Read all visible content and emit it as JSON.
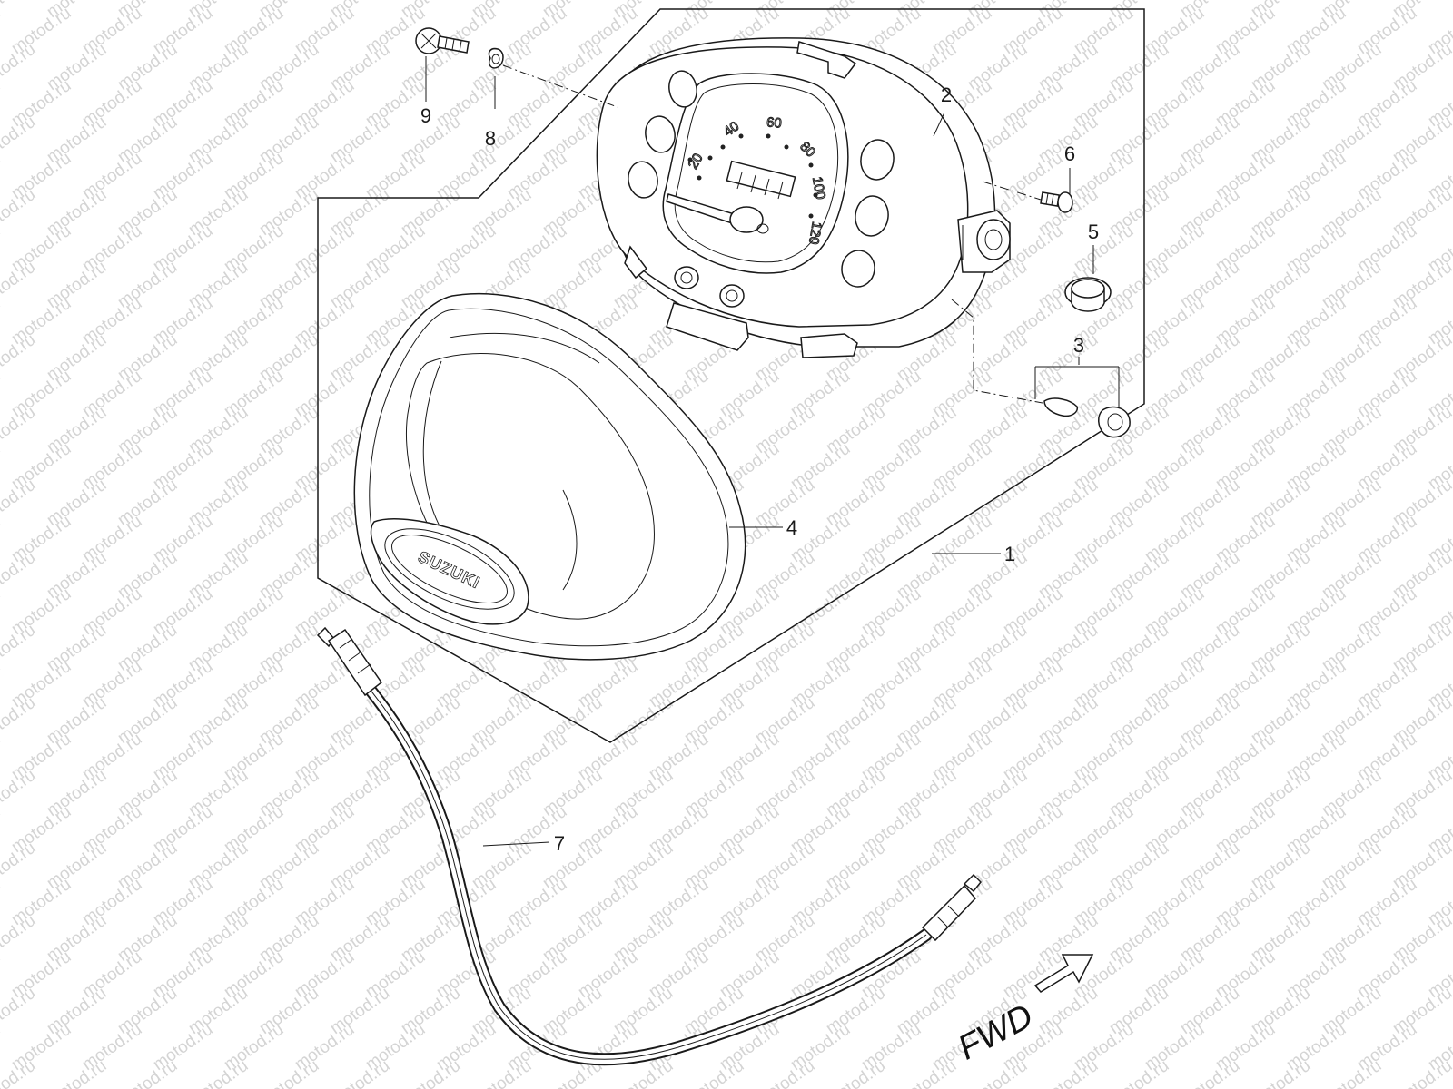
{
  "watermark": {
    "text": "motod.ru",
    "color": "#d4d4d4"
  },
  "callouts": [
    {
      "id": "1",
      "label": "1"
    },
    {
      "id": "2",
      "label": "2"
    },
    {
      "id": "3",
      "label": "3"
    },
    {
      "id": "4",
      "label": "4"
    },
    {
      "id": "5",
      "label": "5"
    },
    {
      "id": "6",
      "label": "6"
    },
    {
      "id": "7",
      "label": "7"
    },
    {
      "id": "8",
      "label": "8"
    },
    {
      "id": "9",
      "label": "9"
    }
  ],
  "speedometer": {
    "scale": [
      "20",
      "40",
      "60",
      "80",
      "100",
      "120"
    ]
  },
  "lens": {
    "brand": "SUZUKI"
  },
  "direction": {
    "label": "FWD",
    "icon": "arrow-right-outline-icon"
  }
}
